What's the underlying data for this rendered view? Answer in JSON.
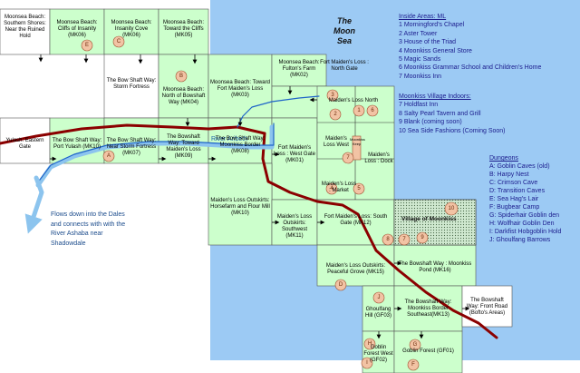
{
  "sea_label": "The Moon Sea",
  "river_label": "River Aribeth",
  "flow_note": "Flows down into the Dales and connects with with the River Ashaba near Shadowdale",
  "village_label": "Village of Moonkiss",
  "keep_label": "Moonkiss Keep",
  "colors": {
    "land": "#ccffcc",
    "white_area": "#ffffff",
    "sea": "#9ccaf4",
    "river_main": "#1e64c8",
    "river_light": "#8cc4ee",
    "road": "#8b0000",
    "marker": "#f2c3a4",
    "grid_line": "#555555"
  },
  "areas": {
    "a1": "Moonsea Beach: Southern Shores: Near the Ruined Hold",
    "a2": "Moonsea Beach: Cliffs of Insanity (MK06)",
    "a3": "Moonsea Beach: Insanity Cove (MK06)",
    "a4": "Moonsea Beach: Toward the Cliffs (MK05)",
    "a5": "The Bow Shaft Way: Storm Fortress",
    "a6": "Moonsea Beach: North of Bowshaft Way (MK04)",
    "a7": "Moonsea Beach: Toward Fort Maiden's Loss (MK03)",
    "a8": "Moonsea Beach: Fulton's Farm (MK02)",
    "a9": "Fort Maiden's Loss : North Gate",
    "a10": "Maiden's Loss North",
    "a11": "Yulash: Eastern Gate",
    "a12": "The Bow Shaft Way: Port Yulash (MK10)",
    "a13": "The Bow Shaft Way: Near Storm Fortress (MK07)",
    "a14": "The Bowshaft Way: Toward Maiden's Loss (MK09)",
    "a15": "The Bow Shaft Way: Moonkiss Border (MK08)",
    "a16": "Fort Maiden's Loss : West Gate (MK01)",
    "a17": "Maiden's Loss West",
    "a18": "Maiden's Loss : Dock",
    "a19": "Maiden's Loss : Market",
    "a20": "Maiden's Loss Outskirts: Horsefarm and Flour Mill (MK10)",
    "a21": "Maiden's Loss Outskirts: Southwest (MK11)",
    "a22": "Fort Maiden's Loss: South Gate (MK12)",
    "a23": "Maiden's Loss Outskirts: Peaceful Grove (MK15)",
    "a24": "The Bowshaft Way : Moonkiss Pond (MK16)",
    "a25": "Ghoulfang Hill (GF03)",
    "a26": "The Bowshaft Way: Moonkiss Border Southeast(MK13)",
    "a27": "The Bowshaft Way: Front Road (Bofto's Areas)",
    "a28": "Goblin Forest West (GF02)",
    "a29": "Goblin Forest (GF01)"
  },
  "inside_areas": {
    "heading": "Inside Areas: ML",
    "items": [
      "1  Morningford's Chapel",
      "2  Aster Tower",
      "3  House of the Triad",
      "4  Moonkiss General Store",
      "5  Magic Sands",
      "6  Moonkiss Grammar School and Children's Home",
      "7  Moonkiss Inn"
    ]
  },
  "village_indoors": {
    "heading": "Moonkiss Village Indoors:",
    "items": [
      "7  Holdfast Inn",
      "8  Salty Pearl Tavern and Grill",
      "9  Blank (coming soon)",
      "10 Sea Side Fashions (Coming Soon)"
    ]
  },
  "dungeons": {
    "heading": "Dungeons",
    "items": [
      "A: Goblin Caves (old)",
      "B: Harpy Nest",
      "C: Crimson Cave",
      "D: Transition Caves",
      "E: Sea Hag's Lair",
      "F: Bugbear Camp",
      "G: Spiderhair Goblin den",
      "H: Wolfhair Goblin Den",
      "I: Darkfist Hobgoblin Hold",
      "J: Ghoulfang Barrows"
    ]
  },
  "markers": {
    "m1": "1",
    "m2": "2",
    "m3": "3",
    "m4": "4",
    "m5": "5",
    "m6": "6",
    "m7": "7",
    "v7": "7",
    "v8": "8",
    "v9": "9",
    "v10": "10",
    "dA": "A",
    "dB": "B",
    "dC": "C",
    "dD": "D",
    "dE": "E",
    "dF": "F",
    "dG": "G",
    "dH": "H",
    "dI": "I",
    "dJ": "J"
  }
}
